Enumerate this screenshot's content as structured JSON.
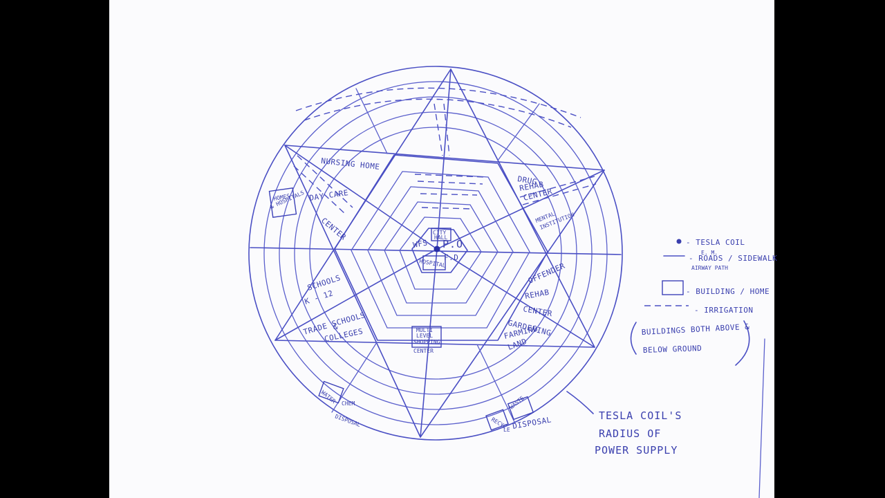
{
  "labels": {
    "nursing_home": "NURSING HOME",
    "drug_rehab_1": "DRUG",
    "drug_rehab_2": "REHAB",
    "drug_rehab_3": "CENTER",
    "mental_institution_1": "MENTAL",
    "mental_institution_2": "INSTITUTION",
    "day_care_1": "DAY CARE",
    "day_care_2": "CENTER",
    "homes_1": "HOMES",
    "homes_2": "& HOSPITALS",
    "schools_1": "SCHOOLS",
    "schools_2": "K - 12",
    "trade_1": "TRADE SCHOOLS",
    "trade_2": "&",
    "trade_3": "COLLEGES",
    "offender_1": "OFFENDER",
    "offender_2": "REHAB",
    "offender_3": "CENTER",
    "gardening_1": "GARDENING",
    "gardening_2": "FARMING",
    "gardening_3": "LAND",
    "multi_1": "MULTI",
    "multi_2": "LEVEL",
    "multi_3": "SHOPPING",
    "multi_4": "CENTER",
    "waste_1": "WASTE",
    "waste_2": "DISPOSAL",
    "recycle_1": "RECYC",
    "recycle_2": "LE",
    "water_1": "WATER",
    "water_2": "CHEM",
    "water_3": "DISPOSAL",
    "city_hall_1": "CITY",
    "city_hall_2": "HALL",
    "wfs": "WFS",
    "po": "P.O",
    "fd": "F.D",
    "hospital": "HOSPITAL",
    "radius_1": "TESLA COIL'S",
    "radius_2": "RADIUS OF",
    "radius_3": "POWER SUPPLY"
  },
  "legend": {
    "tesla_coil_1": "- TESLA COIL",
    "tesla_coil_2": "E. M.",
    "roads_1": "- ROADS / SIDEWALK",
    "roads_2": "AIRWAY   PATH",
    "building": "- BUILDING / HOME",
    "irrigation": "- IRRIGATION",
    "note_1": "BUILDINGS BOTH ABOVE &",
    "note_2": "BELOW GROUND"
  },
  "colors": {
    "ink": "#4a4fc4",
    "paper": "#fbfbfd",
    "frame": "#000000"
  }
}
